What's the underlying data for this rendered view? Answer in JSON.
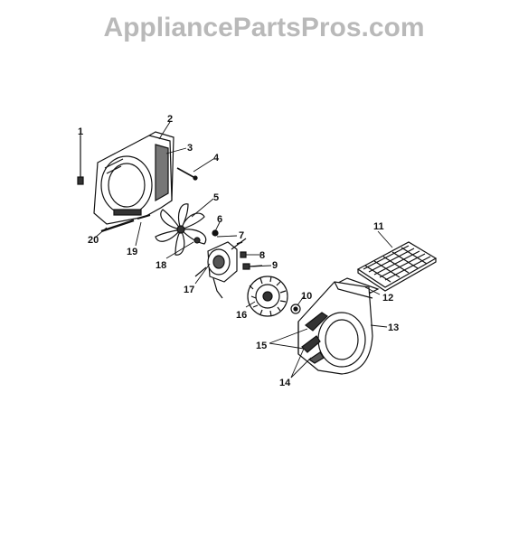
{
  "watermark": "AppliancePartsPros.com",
  "colors": {
    "ink": "#111111",
    "watermark": "#b9b9b9",
    "background": "#ffffff"
  },
  "diagram": {
    "labels": {
      "p1": "1",
      "p2": "2",
      "p3": "3",
      "p4": "4",
      "p5": "5",
      "p6": "6",
      "p7": "7",
      "p8": "8",
      "p9": "9",
      "p10": "10",
      "p11": "11",
      "p12": "12",
      "p13": "13",
      "p14": "14",
      "p15": "15",
      "p16": "16",
      "p17": "17",
      "p18": "18",
      "p19": "19",
      "p20": "20"
    }
  }
}
